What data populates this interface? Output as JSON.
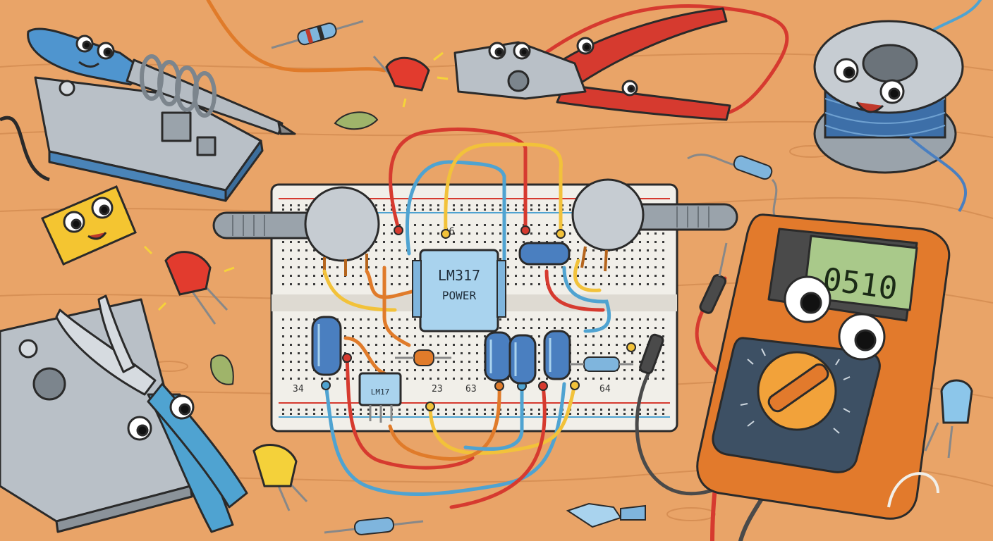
{
  "breadboard": {
    "regulator_line1": "LM317",
    "regulator_line2": "POWER",
    "small_chip": "LM17",
    "row_number_top": "36",
    "col_numbers": [
      "34",
      "23",
      "63",
      "64"
    ]
  },
  "multimeter": {
    "display_value": "0510"
  },
  "colors": {
    "wood": "#e9a468",
    "wire_red": "#d63a2f",
    "wire_blue": "#4fa3d1",
    "wire_yellow": "#f2c23a",
    "wire_orange": "#e07b2a",
    "meter_orange": "#e27a2c",
    "lcd_green": "#a9c98a"
  }
}
